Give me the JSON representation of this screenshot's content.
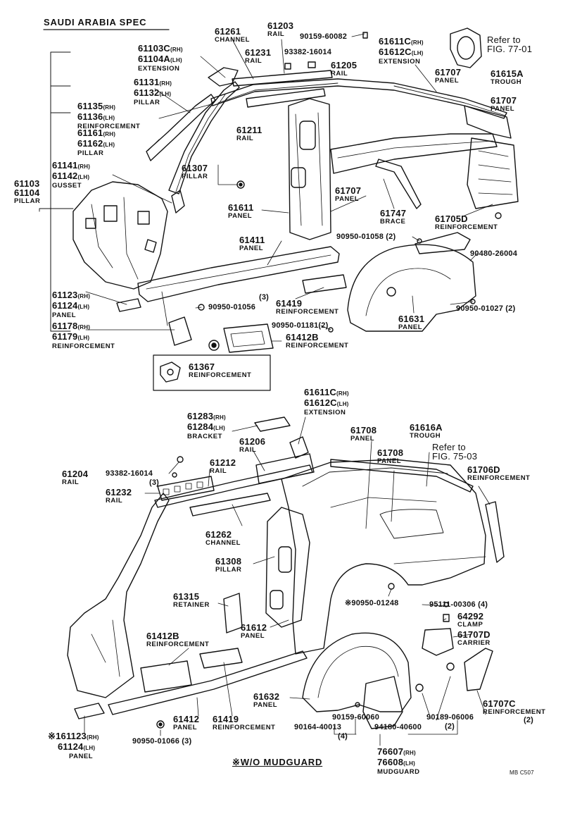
{
  "header": {
    "title": "SAUDI ARABIA SPEC",
    "refer_top_line1": "Refer to",
    "refer_top_line2": "FIG. 77-01",
    "refer_mid_line1": "Refer to",
    "refer_mid_line2": "FIG. 75-03",
    "footnote": "※W/O MUDGUARD",
    "page_code": "MB C507"
  },
  "top": {
    "p61261": {
      "num": "61261",
      "desc": "CHANNEL"
    },
    "p61203": {
      "num": "61203",
      "desc": "RAIL"
    },
    "p90159": {
      "num": "90159-60082"
    },
    "p61611c": {
      "num1": "61611C",
      "s1": "(RH)",
      "num2": "61612C",
      "s2": "(LH)",
      "desc": "EXTENSION"
    },
    "p61103c": {
      "num1": "61103C",
      "s1": "(RH)",
      "num2": "61104A",
      "s2": "(LH)",
      "desc": "EXTENSION"
    },
    "p61231": {
      "num": "61231",
      "desc": "RAIL"
    },
    "p93382": {
      "num": "93382-16014"
    },
    "p61205": {
      "num": "61205",
      "desc": "RAIL"
    },
    "p61707a": {
      "num": "61707",
      "desc": "PANEL"
    },
    "p61615a": {
      "num": "61615A",
      "desc": "TROUGH"
    },
    "p61707b": {
      "num": "61707",
      "desc": "PANEL"
    },
    "p61131": {
      "num1": "61131",
      "s1": "(RH)",
      "num2": "61132",
      "s2": "(LH)",
      "desc": "PILLAR"
    },
    "p61135": {
      "num1": "61135",
      "s1": "(RH)",
      "num2": "61136",
      "s2": "(LH)",
      "desc": "REINFORCEMENT"
    },
    "p61161": {
      "num1": "61161",
      "s1": "(RH)",
      "num2": "61162",
      "s2": "(LH)",
      "desc": "PILLAR"
    },
    "p61211": {
      "num": "61211",
      "desc": "RAIL"
    },
    "p61141": {
      "num1": "61141",
      "s1": "(RH)",
      "num2": "61142",
      "s2": "(LH)",
      "desc": "GUSSET"
    },
    "p61103": {
      "num1": "61103",
      "num2": "61104",
      "desc": "PILLAR"
    },
    "p61307": {
      "num": "61307",
      "desc": "PILLAR"
    },
    "p61707c": {
      "num": "61707",
      "desc": "PANEL"
    },
    "p61747": {
      "num": "61747",
      "desc": "BRACE"
    },
    "p61611": {
      "num": "61611",
      "desc": "PANEL"
    },
    "p61705d": {
      "num": "61705D",
      "desc": "REINFORCEMENT"
    },
    "p90950_01058": {
      "num": "90950-01058 (2)"
    },
    "p90480": {
      "num": "90480-26004"
    },
    "p61411": {
      "num": "61411",
      "desc": "PANEL"
    },
    "p61123": {
      "num1": "61123",
      "s1": "(RH)",
      "num2": "61124",
      "s2": "(LH)",
      "desc": "PANEL"
    },
    "p90950_01056": {
      "num": "90950-01056",
      "qty": "(3)"
    },
    "p61419": {
      "num": "61419",
      "desc": "REINFORCEMENT"
    },
    "p90950_01027": {
      "num": "90950-01027 (2)"
    },
    "p61631": {
      "num": "61631",
      "desc": "PANEL"
    },
    "p61178": {
      "num1": "61178",
      "s1": "(RH)",
      "num2": "61179",
      "s2": "(LH)",
      "desc": "REINFORCEMENT"
    },
    "p90950_01181": {
      "num": "90950-01181(2)"
    },
    "p61412b": {
      "num": "61412B",
      "desc": "REINFORCEMENT"
    },
    "p61367": {
      "num": "61367",
      "desc": "REINFORCEMENT"
    }
  },
  "bottom": {
    "p61611c": {
      "num1": "61611C",
      "s1": "(RH)",
      "num2": "61612C",
      "s2": "(LH)",
      "desc": "EXTENSION"
    },
    "p61283": {
      "num1": "61283",
      "s1": "(RH)",
      "num2": "61284",
      "s2": "(LH)",
      "desc": "BRACKET"
    },
    "p61616a": {
      "num": "61616A",
      "desc": "TROUGH"
    },
    "p61708a": {
      "num": "61708",
      "desc": "PANEL"
    },
    "p61206": {
      "num": "61206",
      "desc": "RAIL"
    },
    "p61708b": {
      "num": "61708",
      "desc": "PANEL"
    },
    "p61204": {
      "num": "61204",
      "desc": "RAIL"
    },
    "p93382": {
      "num": "93382-16014",
      "qty": "(3)"
    },
    "p61212": {
      "num": "61212",
      "desc": "RAIL"
    },
    "p61706d": {
      "num": "61706D",
      "desc": "REINFORCEMENT"
    },
    "p61232": {
      "num": "61232",
      "desc": "RAIL"
    },
    "p61262": {
      "num": "61262",
      "desc": "CHANNEL"
    },
    "p61308": {
      "num": "61308",
      "desc": "PILLAR"
    },
    "p61315": {
      "num": "61315",
      "desc": "RETAINER"
    },
    "p90950_01248": {
      "num": "※90950-01248"
    },
    "p95111": {
      "num": "95111-00306 (4)"
    },
    "p64292": {
      "num": "64292",
      "desc": "CLAMP"
    },
    "p61612": {
      "num": "61612",
      "desc": "PANEL"
    },
    "p61707d": {
      "num": "61707D",
      "desc": "CARRIER"
    },
    "p61412b": {
      "num": "61412B",
      "desc": "REINFORCEMENT"
    },
    "p61632": {
      "num": "61632",
      "desc": "PANEL"
    },
    "p61412": {
      "num": "61412",
      "desc": "PANEL"
    },
    "p61419": {
      "num": "61419",
      "desc": "REINFORCEMENT"
    },
    "p90159": {
      "num": "90159-60060"
    },
    "p90164": {
      "num": "90164-40013",
      "qty": "(4)"
    },
    "p94180": {
      "num": "94180-40600"
    },
    "p90189": {
      "num": "90189-06006",
      "qty": "(2)"
    },
    "p61707c": {
      "num": "61707C",
      "desc": "REINFORCEMENT",
      "qty": "(2)"
    },
    "p61123": {
      "mark": "※1",
      "num1": "61123",
      "s1": "(RH)",
      "num2": "61124",
      "s2": "(LH)",
      "desc": "PANEL"
    },
    "p90950_01066": {
      "num": "90950-01066 (3)"
    },
    "p76607": {
      "num1": "76607",
      "s1": "(RH)",
      "num2": "76608",
      "s2": "(LH)",
      "desc": "MUDGUARD"
    }
  }
}
